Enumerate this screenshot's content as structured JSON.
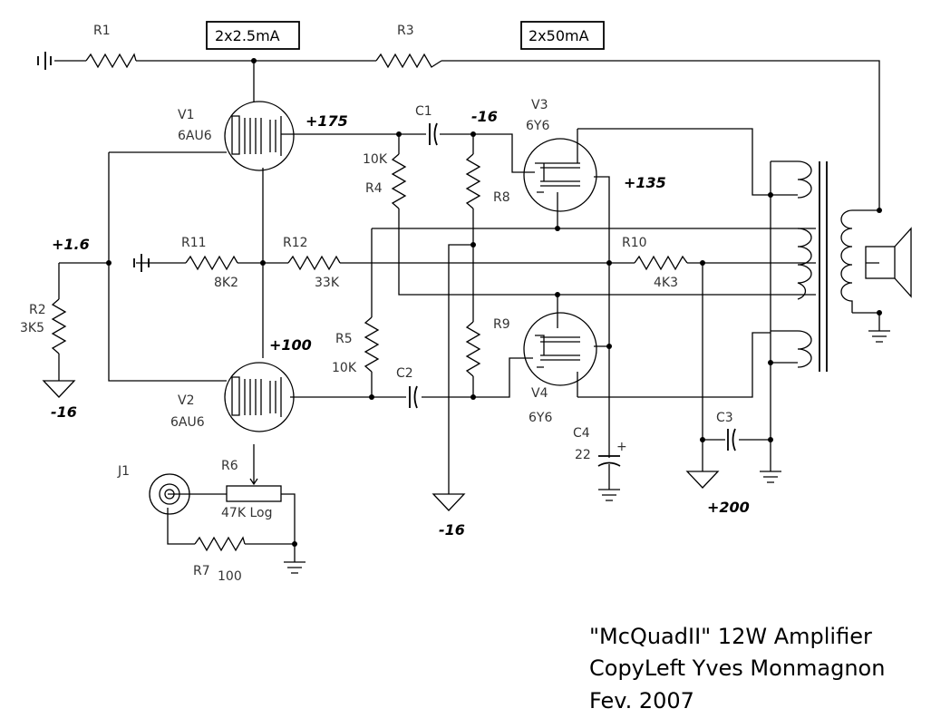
{
  "current_boxes": {
    "v1": "2x2.5mA",
    "v3": "2x50mA"
  },
  "components": {
    "r1": "R1",
    "r2": "R2",
    "r2_val": "3K5",
    "r3": "R3",
    "r4": "R4",
    "r4_val": "10K",
    "r5": "R5",
    "r5_val": "10K",
    "r6": "R6",
    "r6_val": "47K Log",
    "r7": "R7",
    "r7_val": "100",
    "r8": "R8",
    "r9": "R9",
    "r10": "R10",
    "r10_val": "4K3",
    "r11": "R11",
    "r11_val": "8K2",
    "r12": "R12",
    "r12_val": "33K",
    "c1": "C1",
    "c2": "C2",
    "c3": "C3",
    "c4": "C4",
    "c4_val": "22",
    "v1": "V1",
    "v1_type": "6AU6",
    "v2": "V2",
    "v2_type": "6AU6",
    "v3": "V3",
    "v3_type": "6Y6",
    "v4": "V4",
    "v4_type": "6Y6",
    "j1": "J1"
  },
  "voltages": {
    "v1_plate": "+175",
    "v2_plate": "+100",
    "v3_cathode": "+135",
    "bias_top": "-16",
    "cathode": "+1.6",
    "r2_gnd": "-16",
    "mid_gnd": "-16",
    "b_plus": "+200"
  },
  "title": {
    "line1": "\"McQuadII\" 12W Amplifier",
    "line2": "CopyLeft Yves Monmagnon",
    "line3": "Fev. 2007"
  }
}
